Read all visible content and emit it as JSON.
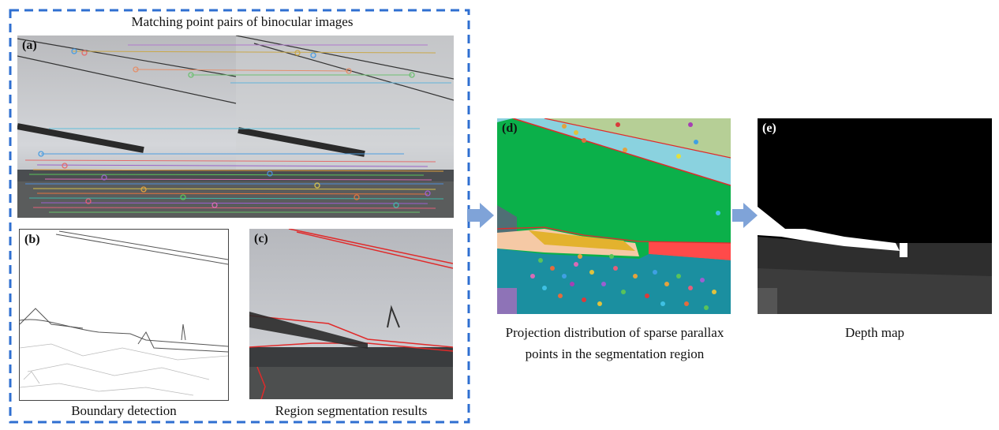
{
  "captions": {
    "matching": "Matching point pairs of binocular images",
    "boundary": "Boundary detection",
    "region": "Region segmentation results",
    "projection_line1": "Projection distribution of sparse parallax",
    "projection_line2": "points in the segmentation region",
    "depth": "Depth map"
  },
  "panels": {
    "a": "(a)",
    "b": "(b)",
    "c": "(c)",
    "d": "(d)",
    "e": "(e)"
  },
  "colors": {
    "dashed_frame": "#2f6fd1",
    "arrow": "#7fa3d8",
    "segment_green": "#0bb04a",
    "segment_teal": "#1b8fa0",
    "segment_sky": "#b6cf96",
    "segment_red": "#ff4a4a",
    "depth_black": "#000000"
  }
}
